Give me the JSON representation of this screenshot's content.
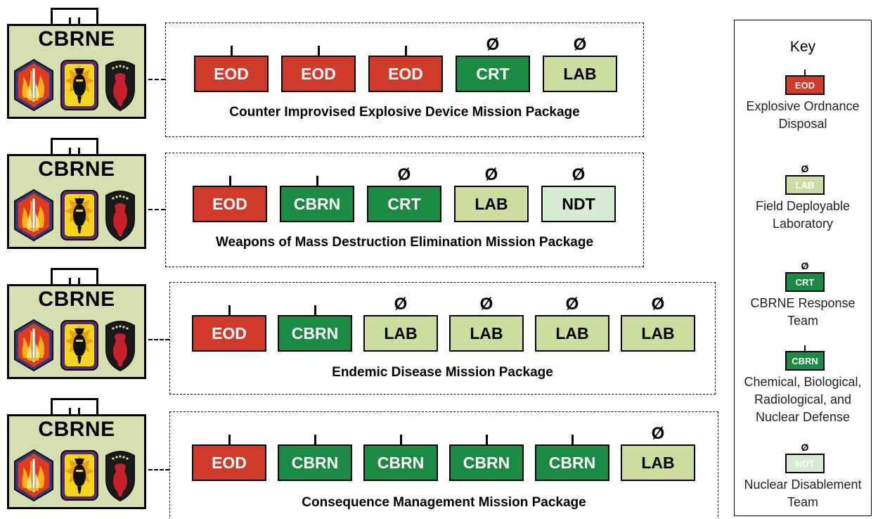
{
  "hq_label": "CBRNE",
  "colors": {
    "eod": "#d03a2b",
    "cbrn": "#1b8a43",
    "crt": "#1b8a43",
    "lab": "#cfdc9f",
    "ndt": "#d6ecd2",
    "hq_fill": "#d5dfb1"
  },
  "packages": [
    {
      "title": "Counter Improvised Explosive Device Mission Package",
      "units": [
        {
          "label": "EOD",
          "type": "eod",
          "marker": "stem"
        },
        {
          "label": "EOD",
          "type": "eod",
          "marker": "stem"
        },
        {
          "label": "EOD",
          "type": "eod",
          "marker": "stem"
        },
        {
          "label": "CRT",
          "type": "crt",
          "marker": "Ø"
        },
        {
          "label": "LAB",
          "type": "lab",
          "marker": "Ø"
        }
      ]
    },
    {
      "title": "Weapons of Mass Destruction Elimination Mission Package",
      "units": [
        {
          "label": "EOD",
          "type": "eod",
          "marker": "stem"
        },
        {
          "label": "CBRN",
          "type": "cbrn",
          "marker": "stem"
        },
        {
          "label": "CRT",
          "type": "crt",
          "marker": "Ø"
        },
        {
          "label": "LAB",
          "type": "lab",
          "marker": "Ø"
        },
        {
          "label": "NDT",
          "type": "ndt",
          "marker": "Ø"
        }
      ]
    },
    {
      "title": "Endemic Disease Mission Package",
      "units": [
        {
          "label": "EOD",
          "type": "eod",
          "marker": "stem"
        },
        {
          "label": "CBRN",
          "type": "cbrn",
          "marker": "stem"
        },
        {
          "label": "LAB",
          "type": "lab",
          "marker": "Ø"
        },
        {
          "label": "LAB",
          "type": "lab",
          "marker": "Ø"
        },
        {
          "label": "LAB",
          "type": "lab",
          "marker": "Ø"
        },
        {
          "label": "LAB",
          "type": "lab",
          "marker": "Ø"
        }
      ]
    },
    {
      "title": "Consequence Management Mission Package",
      "units": [
        {
          "label": "EOD",
          "type": "eod",
          "marker": "stem"
        },
        {
          "label": "CBRN",
          "type": "cbrn",
          "marker": "stem"
        },
        {
          "label": "CBRN",
          "type": "cbrn",
          "marker": "stem"
        },
        {
          "label": "CBRN",
          "type": "cbrn",
          "marker": "stem"
        },
        {
          "label": "CBRN",
          "type": "cbrn",
          "marker": "stem"
        },
        {
          "label": "LAB",
          "type": "lab",
          "marker": "Ø"
        }
      ]
    }
  ],
  "key": {
    "title": "Key",
    "items": [
      {
        "symbol": "EOD",
        "type": "eod",
        "marker": "stem",
        "description": "Explosive Ordnance Disposal"
      },
      {
        "symbol": "LAB",
        "type": "lab",
        "marker": "Ø",
        "description": "Field Deployable Laboratory"
      },
      {
        "symbol": "CRT",
        "type": "crt",
        "marker": "Ø",
        "description": "CBRNE Response Team"
      },
      {
        "symbol": "CBRN",
        "type": "cbrn",
        "marker": "stem",
        "description": "Chemical, Biological, Radiological, and Nuclear Defense"
      },
      {
        "symbol": "NDT",
        "type": "ndt",
        "marker": "Ø",
        "description": "Nuclear Disablement Team"
      }
    ]
  }
}
